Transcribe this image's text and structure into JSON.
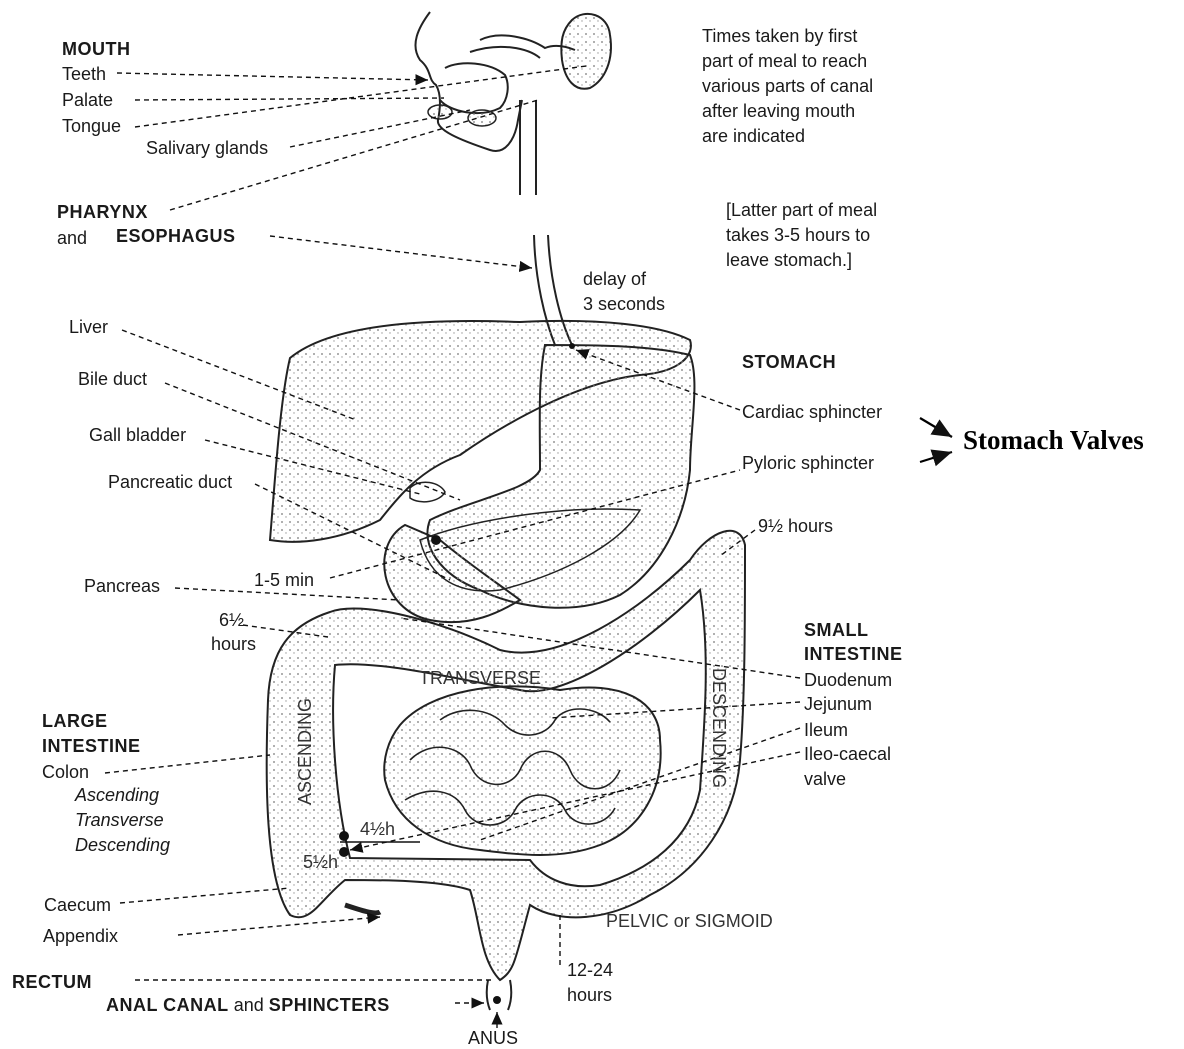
{
  "mouth": {
    "title": "MOUTH",
    "items": [
      "Teeth",
      "Palate",
      "Tongue"
    ],
    "salivary": "Salivary glands"
  },
  "pharynx": {
    "title": "PHARYNX",
    "and": "and",
    "esophagus": "ESOPHAGUS"
  },
  "notes": {
    "times": [
      "Times taken by first",
      "part of meal to reach",
      "various parts of canal",
      "after leaving mouth",
      "are indicated"
    ],
    "latter": [
      "[Latter part of meal",
      "takes 3-5 hours to",
      "leave stomach.]"
    ]
  },
  "delay": [
    "delay of",
    "3 seconds"
  ],
  "left_labels": {
    "liver": "Liver",
    "bile_duct": "Bile duct",
    "gall_bladder": "Gall bladder",
    "pancreatic_duct": "Pancreatic duct",
    "pancreas": "Pancreas",
    "one_five_min": "1-5 min",
    "six_half": [
      "6½",
      "hours"
    ]
  },
  "stomach": {
    "title": "STOMACH",
    "cardiac": "Cardiac sphincter",
    "pyloric": "Pyloric sphincter",
    "valves": "Stomach Valves",
    "nine_half": "9½ hours"
  },
  "small_intestine": {
    "title": [
      "SMALL",
      "INTESTINE"
    ],
    "items": [
      "Duodenum",
      "Jejunum",
      "Ileum",
      "Ileo-caecal",
      "valve"
    ]
  },
  "large_intestine": {
    "title": [
      "LARGE",
      "INTESTINE"
    ],
    "colon": "Colon",
    "colon_parts": [
      "Ascending",
      "Transverse",
      "Descending"
    ]
  },
  "organ_labels": {
    "transverse": "TRANSVERSE",
    "ascending": "ASCENDING",
    "descending": "DESCENDING",
    "pelvic": "PELVIC or SIGMOID",
    "four_half": "4½h",
    "five_half": "5½h"
  },
  "bottom": {
    "caecum": "Caecum",
    "appendix": "Appendix",
    "rectum": "RECTUM",
    "anal_canal": "ANAL CANAL",
    "and": "and",
    "sphincters": "SPHINCTERS",
    "anus": "ANUS",
    "twelve": [
      "12-24",
      "hours"
    ]
  }
}
